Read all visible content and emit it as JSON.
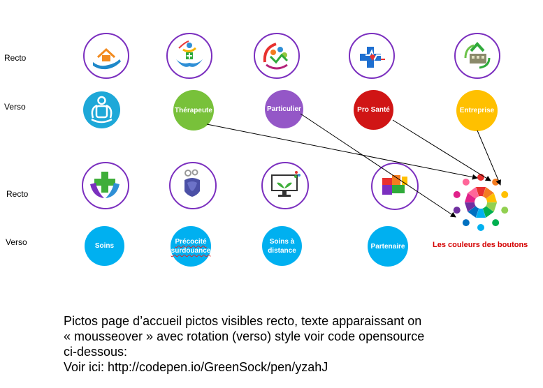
{
  "labels": {
    "recto1": "Recto",
    "verso1": "Verso",
    "recto2": "Recto",
    "verso2": "Verso"
  },
  "row1_icons": [
    "house-in-hand-icon",
    "wellness-figure-hands-icon",
    "people-circle-icon",
    "medical-cross-heartbeat-icon",
    "recycle-building-icon"
  ],
  "row1_verso": [
    {
      "label": "",
      "color": "#1ea8d8",
      "icon": "family-icon"
    },
    {
      "label": "Thérapeute",
      "color": "#78c13a"
    },
    {
      "label": "Particulier",
      "color": "#9457c7"
    },
    {
      "label": "Pro Santé",
      "color": "#d01515"
    },
    {
      "label": "Entreprise",
      "color": "#ffc000"
    }
  ],
  "row2_icons": [
    "cross-in-hands-icon",
    "head-gears-icon",
    "monitor-plant-icon",
    "puzzle-pieces-icon"
  ],
  "row2_verso": [
    {
      "label": "Soins",
      "color": "#00b0f0"
    },
    {
      "label": "Précocité surdouance",
      "color": "#00b0f0"
    },
    {
      "label": "Soins à distance",
      "color": "#00b0f0"
    },
    {
      "label": "Partenaire",
      "color": "#00b0f0"
    }
  ],
  "palette_icon": "colorful-people-circle-icon",
  "palette_caption": "Les couleurs des boutons",
  "palette_colors": [
    "#e8312f",
    "#f47c20",
    "#ffc000",
    "#92d050",
    "#00b050",
    "#00b0f0",
    "#0070c0",
    "#7030a0",
    "#e0218a",
    "#ff6699"
  ],
  "caption": {
    "line1": "Pictos page d’accueil pictos visibles recto, texte apparaissant on",
    "line2": "« mousseover » avec rotation (verso) style voir code opensource",
    "line3": "ci-dessous:",
    "line4": "Voir ici: http://codepen.io/GreenSock/pen/yzahJ"
  }
}
